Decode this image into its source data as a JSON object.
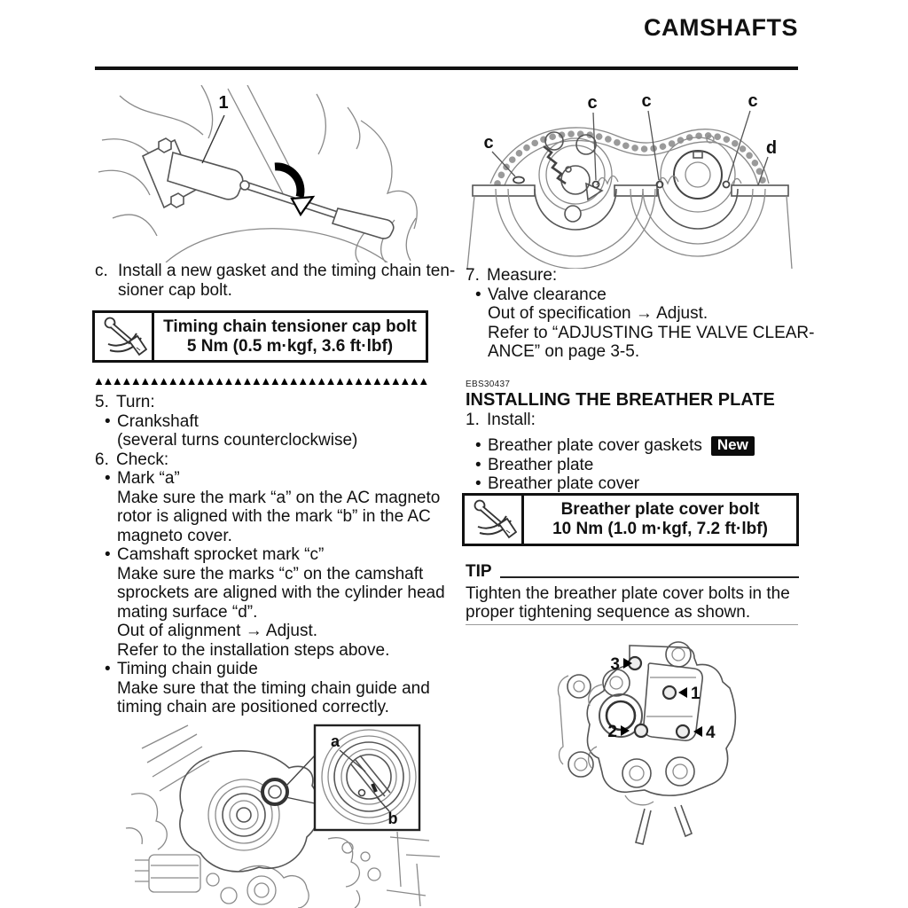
{
  "header": {
    "title": "CAMSHAFTS"
  },
  "icons": {
    "spec_box_icon": "torque-wrench-icon"
  },
  "left": {
    "fig1_callout": "1",
    "step_c": {
      "label": "c.",
      "lines": [
        "Install a new gasket and the timing chain ten-",
        "sioner cap bolt."
      ]
    },
    "spec1": {
      "title": "Timing chain tensioner cap bolt",
      "value": "5 Nm (0.5 m·kgf, 3.6 ft·lbf)"
    },
    "triangle_divider": "▲▲▲▲▲▲▲▲▲▲▲▲▲▲▲▲▲▲▲▲▲▲▲▲▲▲▲▲▲▲▲▲▲▲▲▲",
    "step5": {
      "num": "5.",
      "title": "Turn:"
    },
    "step5_b1": {
      "bullet": "•",
      "text": "Crankshaft"
    },
    "step5_note": "(several turns counterclockwise)",
    "step6": {
      "num": "6.",
      "title": "Check:"
    },
    "step6_b1": {
      "bullet": "•",
      "text": "Mark “a”"
    },
    "step6_b1_lines": [
      "Make sure the mark “a” on the AC magneto",
      "rotor is aligned with the mark “b” in the AC",
      "magneto cover."
    ],
    "step6_b2": {
      "bullet": "•",
      "text": "Camshaft sprocket mark “c”"
    },
    "step6_b2_lines": [
      "Make sure the marks “c” on the camshaft",
      "sprockets are aligned with the cylinder head",
      "mating surface “d”.",
      "Out of alignment → Adjust.",
      "Refer to the installation steps above."
    ],
    "step6_b3": {
      "bullet": "•",
      "text": "Timing chain guide"
    },
    "step6_b3_lines": [
      "Make sure that the timing chain guide and",
      "timing chain are positioned correctly."
    ],
    "fig2_callouts": {
      "a": "a",
      "b": "b"
    }
  },
  "right": {
    "fig3_callouts": {
      "c": "c",
      "d": "d"
    },
    "step7": {
      "num": "7.",
      "title": "Measure:"
    },
    "step7_b1": {
      "bullet": "•",
      "text": "Valve clearance"
    },
    "step7_lines": [
      "Out of specification → Adjust.",
      "Refer to “ADJUSTING THE VALVE CLEAR-",
      "ANCE” on page 3-5."
    ],
    "code": "EBS30437",
    "section_title": "INSTALLING THE BREATHER PLATE",
    "step1": {
      "num": "1.",
      "title": "Install:"
    },
    "step1_b1": {
      "bullet": "•",
      "text": "Breather plate cover gaskets",
      "badge": "New"
    },
    "step1_b2": {
      "bullet": "•",
      "text": "Breather plate"
    },
    "step1_b3": {
      "bullet": "•",
      "text": "Breather plate cover"
    },
    "spec2": {
      "title": "Breather plate cover bolt",
      "value": "10 Nm (1.0 m·kgf, 7.2 ft·lbf)"
    },
    "tip_label": "TIP",
    "tip_lines": [
      "Tighten the breather plate cover bolts in the",
      "proper tightening sequence as shown."
    ],
    "fig4_callouts": {
      "n1": "1",
      "n2": "2",
      "n3": "3",
      "n4": "4"
    }
  }
}
